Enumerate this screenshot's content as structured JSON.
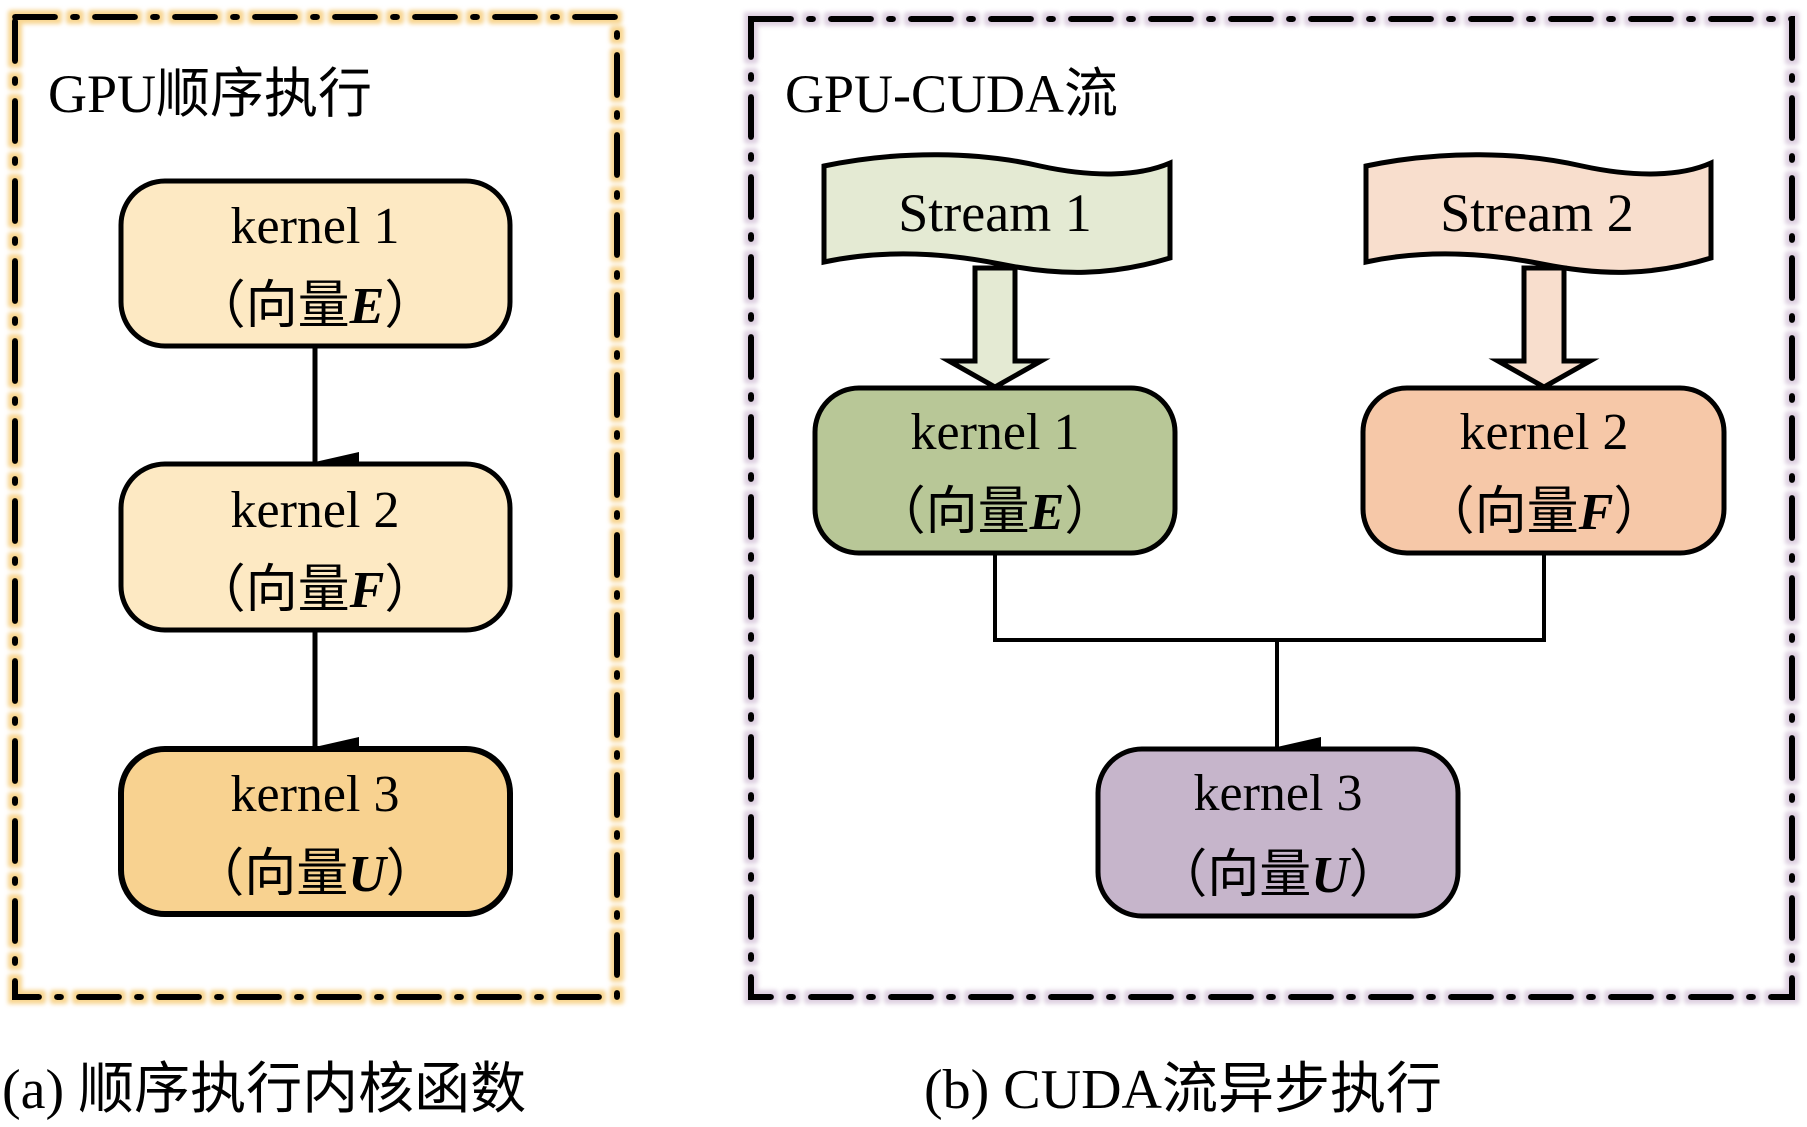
{
  "panel_a": {
    "title": "GPU顺序执行",
    "caption": "(a) 顺序执行内核函数",
    "frame_color": "#f5c76a",
    "kernels": [
      {
        "name": "kernel 1",
        "paren_open": "（向量",
        "var": "E",
        "paren_close": "）",
        "fill": "#fde9c3"
      },
      {
        "name": "kernel 2",
        "paren_open": "（向量",
        "var": "F",
        "paren_close": "）",
        "fill": "#fde9c3"
      },
      {
        "name": "kernel 3",
        "paren_open": "（向量",
        "var": "U",
        "paren_close": "）",
        "fill": "#f8d290"
      }
    ]
  },
  "panel_b": {
    "title": "GPU-CUDA流",
    "caption": "(b) CUDA流异步执行",
    "frame_color": "#d8c8dc",
    "streams": [
      {
        "label": "Stream 1",
        "fill": "#e4ead3"
      },
      {
        "label": "Stream 2",
        "fill": "#f8decd"
      }
    ],
    "kernels": [
      {
        "name": "kernel 1",
        "paren_open": "（向量",
        "var": "E",
        "paren_close": "）",
        "fill": "#b8c797"
      },
      {
        "name": "kernel 2",
        "paren_open": "（向量",
        "var": "F",
        "paren_close": "）",
        "fill": "#f6c8a8"
      },
      {
        "name": "kernel 3",
        "paren_open": "（向量",
        "var": "U",
        "paren_close": "）",
        "fill": "#c6b5cb"
      }
    ]
  }
}
